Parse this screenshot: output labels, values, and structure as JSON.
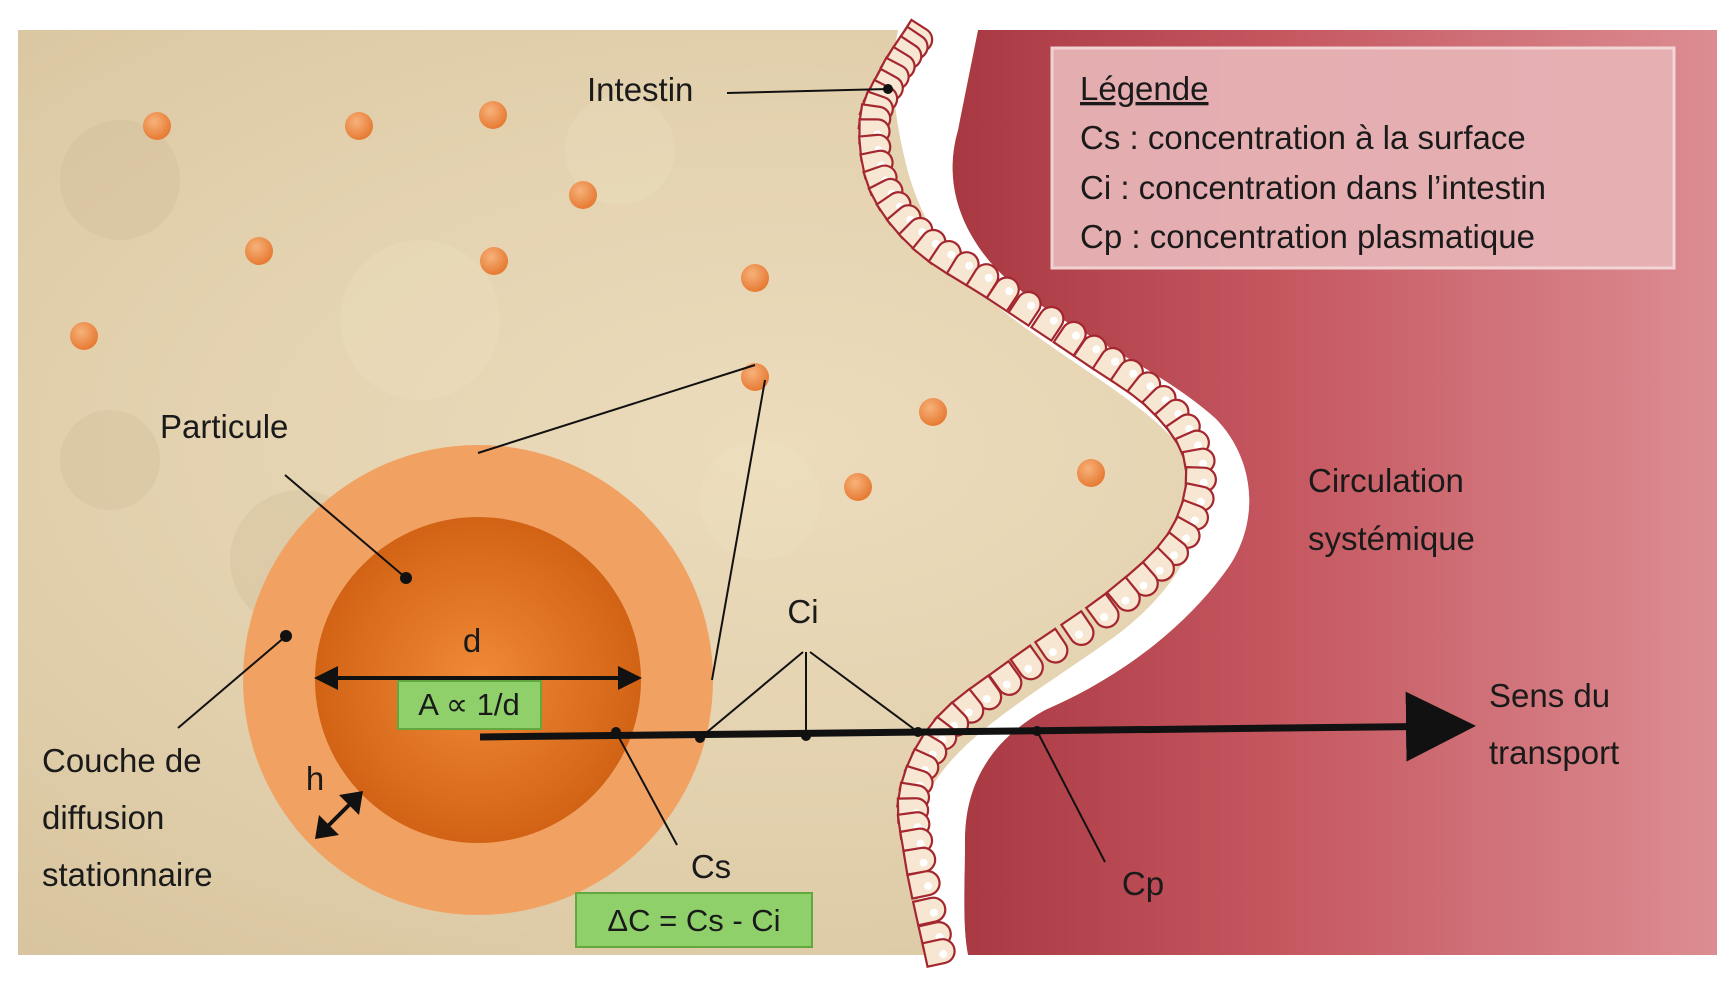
{
  "labels": {
    "intestin": "Intestin",
    "particule": "Particule",
    "couche_line1": "Couche de",
    "couche_line2": "diffusion",
    "couche_line3": "stationnaire",
    "d": "d",
    "h": "h",
    "ci": "Ci",
    "cs": "Cs",
    "cp": "Cp",
    "circulation_line1": "Circulation",
    "circulation_line2": "systémique",
    "sens_line1": "Sens du",
    "sens_line2": "transport"
  },
  "formulas": {
    "area": "A ∝ 1/d",
    "delta": "ΔC = Cs - Ci"
  },
  "legend": {
    "title": "Légende",
    "items": [
      "Cs : concentration à la surface",
      "Ci : concentration dans l’intestin",
      "Cp : concentration plasmatique"
    ]
  },
  "colors": {
    "lumen": "#e3d2b0",
    "blood": "#b9454f",
    "particle_core": "#dc6d1d",
    "particle_layer": "#f1a263",
    "formula_box": "#8fd06b",
    "villi_outline": "#a4262e"
  }
}
